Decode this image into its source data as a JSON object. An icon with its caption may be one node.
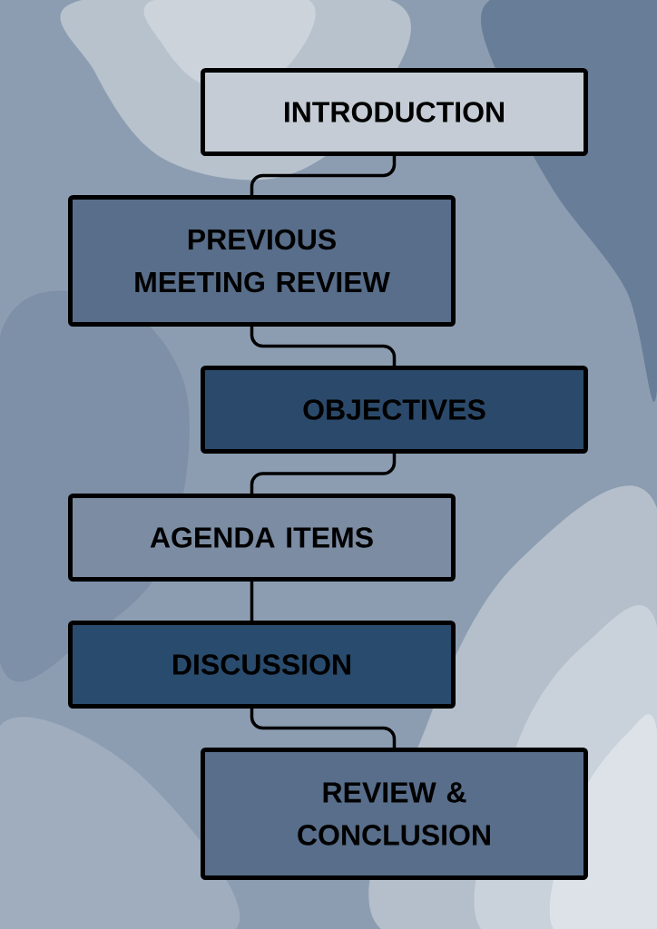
{
  "diagram": {
    "nodes": [
      {
        "text": [
          "INTRODUCTION"
        ]
      },
      {
        "text": [
          "PREVIOUS MEETING REVIEW"
        ]
      },
      {
        "text": [
          "OBJECTIVES"
        ]
      },
      {
        "text": [
          "AGENDA ITEMS"
        ]
      },
      {
        "text": [
          "DISCUSSION"
        ]
      },
      {
        "text": [
          "REVIEW & CONCLUSION"
        ]
      }
    ],
    "edges": [
      {
        "from": 0,
        "to": 1,
        "arrow": "none"
      },
      {
        "from": 1,
        "to": 2,
        "arrow": "none"
      },
      {
        "from": 2,
        "to": 3,
        "arrow": "none"
      },
      {
        "from": 3,
        "to": 4,
        "arrow": "none"
      },
      {
        "from": 4,
        "to": 5,
        "arrow": "none"
      }
    ]
  }
}
